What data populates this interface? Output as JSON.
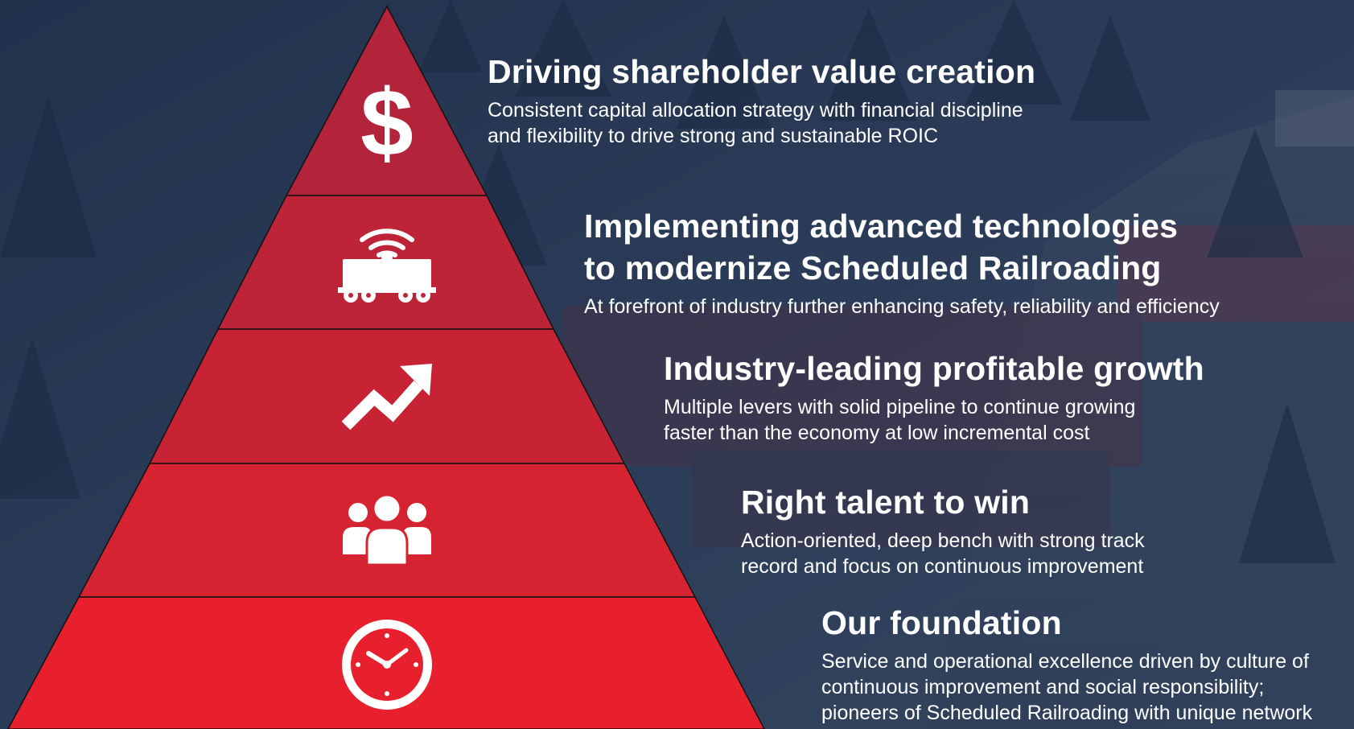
{
  "colors": {
    "background": "#24344f",
    "tier_1": "#b3243a",
    "tier_2": "#bd2438",
    "tier_3": "#c82334",
    "tier_4": "#d62331",
    "tier_5": "#e8202e",
    "icon": "#ffffff",
    "text": "#ffffff"
  },
  "tiers": [
    {
      "icon": "dollar-icon",
      "heading": [
        "Driving shareholder value creation"
      ],
      "description": [
        "Consistent capital allocation strategy with financial discipline",
        "and flexibility to drive strong and sustainable ROIC"
      ]
    },
    {
      "icon": "connected-railcar-icon",
      "heading": [
        "Implementing advanced technologies",
        "to modernize Scheduled Railroading"
      ],
      "description": [
        "At forefront of industry further enhancing safety, reliability and efficiency"
      ]
    },
    {
      "icon": "growth-arrow-icon",
      "heading": [
        "Industry-leading profitable growth"
      ],
      "description": [
        "Multiple levers with solid pipeline to continue growing",
        "faster than the economy at low incremental cost"
      ]
    },
    {
      "icon": "people-group-icon",
      "heading": [
        "Right talent to win"
      ],
      "description": [
        "Action-oriented, deep bench with strong track",
        "record and focus on continuous improvement"
      ]
    },
    {
      "icon": "clock-icon",
      "heading": [
        "Our foundation"
      ],
      "description": [
        "Service and operational excellence driven by culture of",
        "continuous improvement and social responsibility;",
        "pioneers of Scheduled Railroading with unique network"
      ]
    }
  ]
}
